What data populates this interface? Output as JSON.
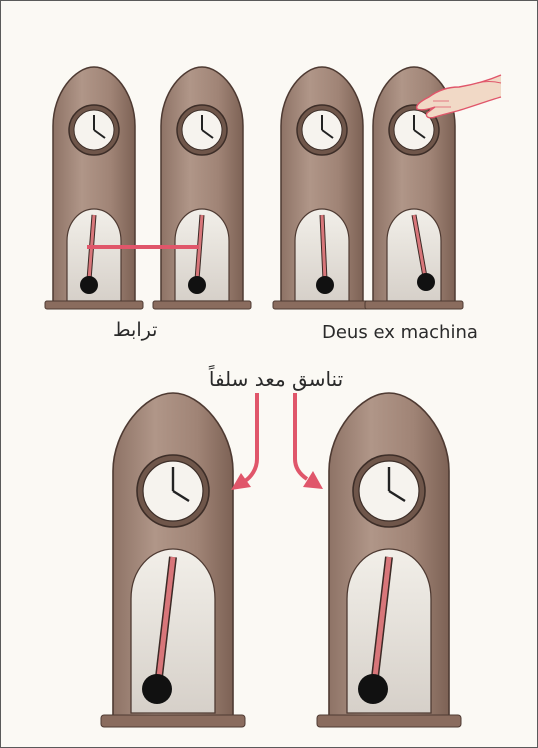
{
  "labels": {
    "coupled": "ترابط",
    "deus_ex_machina": "Deus ex machina",
    "preestablished_harmony": "تناسق معد سلفاً"
  },
  "colors": {
    "case": "#a58a7c",
    "case_dark": "#7b5e52",
    "dial": "#f6f3ee",
    "window": "#ddd8d2",
    "rod": "#d8767a",
    "bob": "#111111",
    "connector": "#e0566a",
    "arrow": "#e0566a",
    "hand": "#f1d9c6",
    "background": "#fbf9f4"
  },
  "icons": [
    "clock-icon",
    "pendulum-icon",
    "pointing-hand-icon",
    "arrow-icon"
  ]
}
